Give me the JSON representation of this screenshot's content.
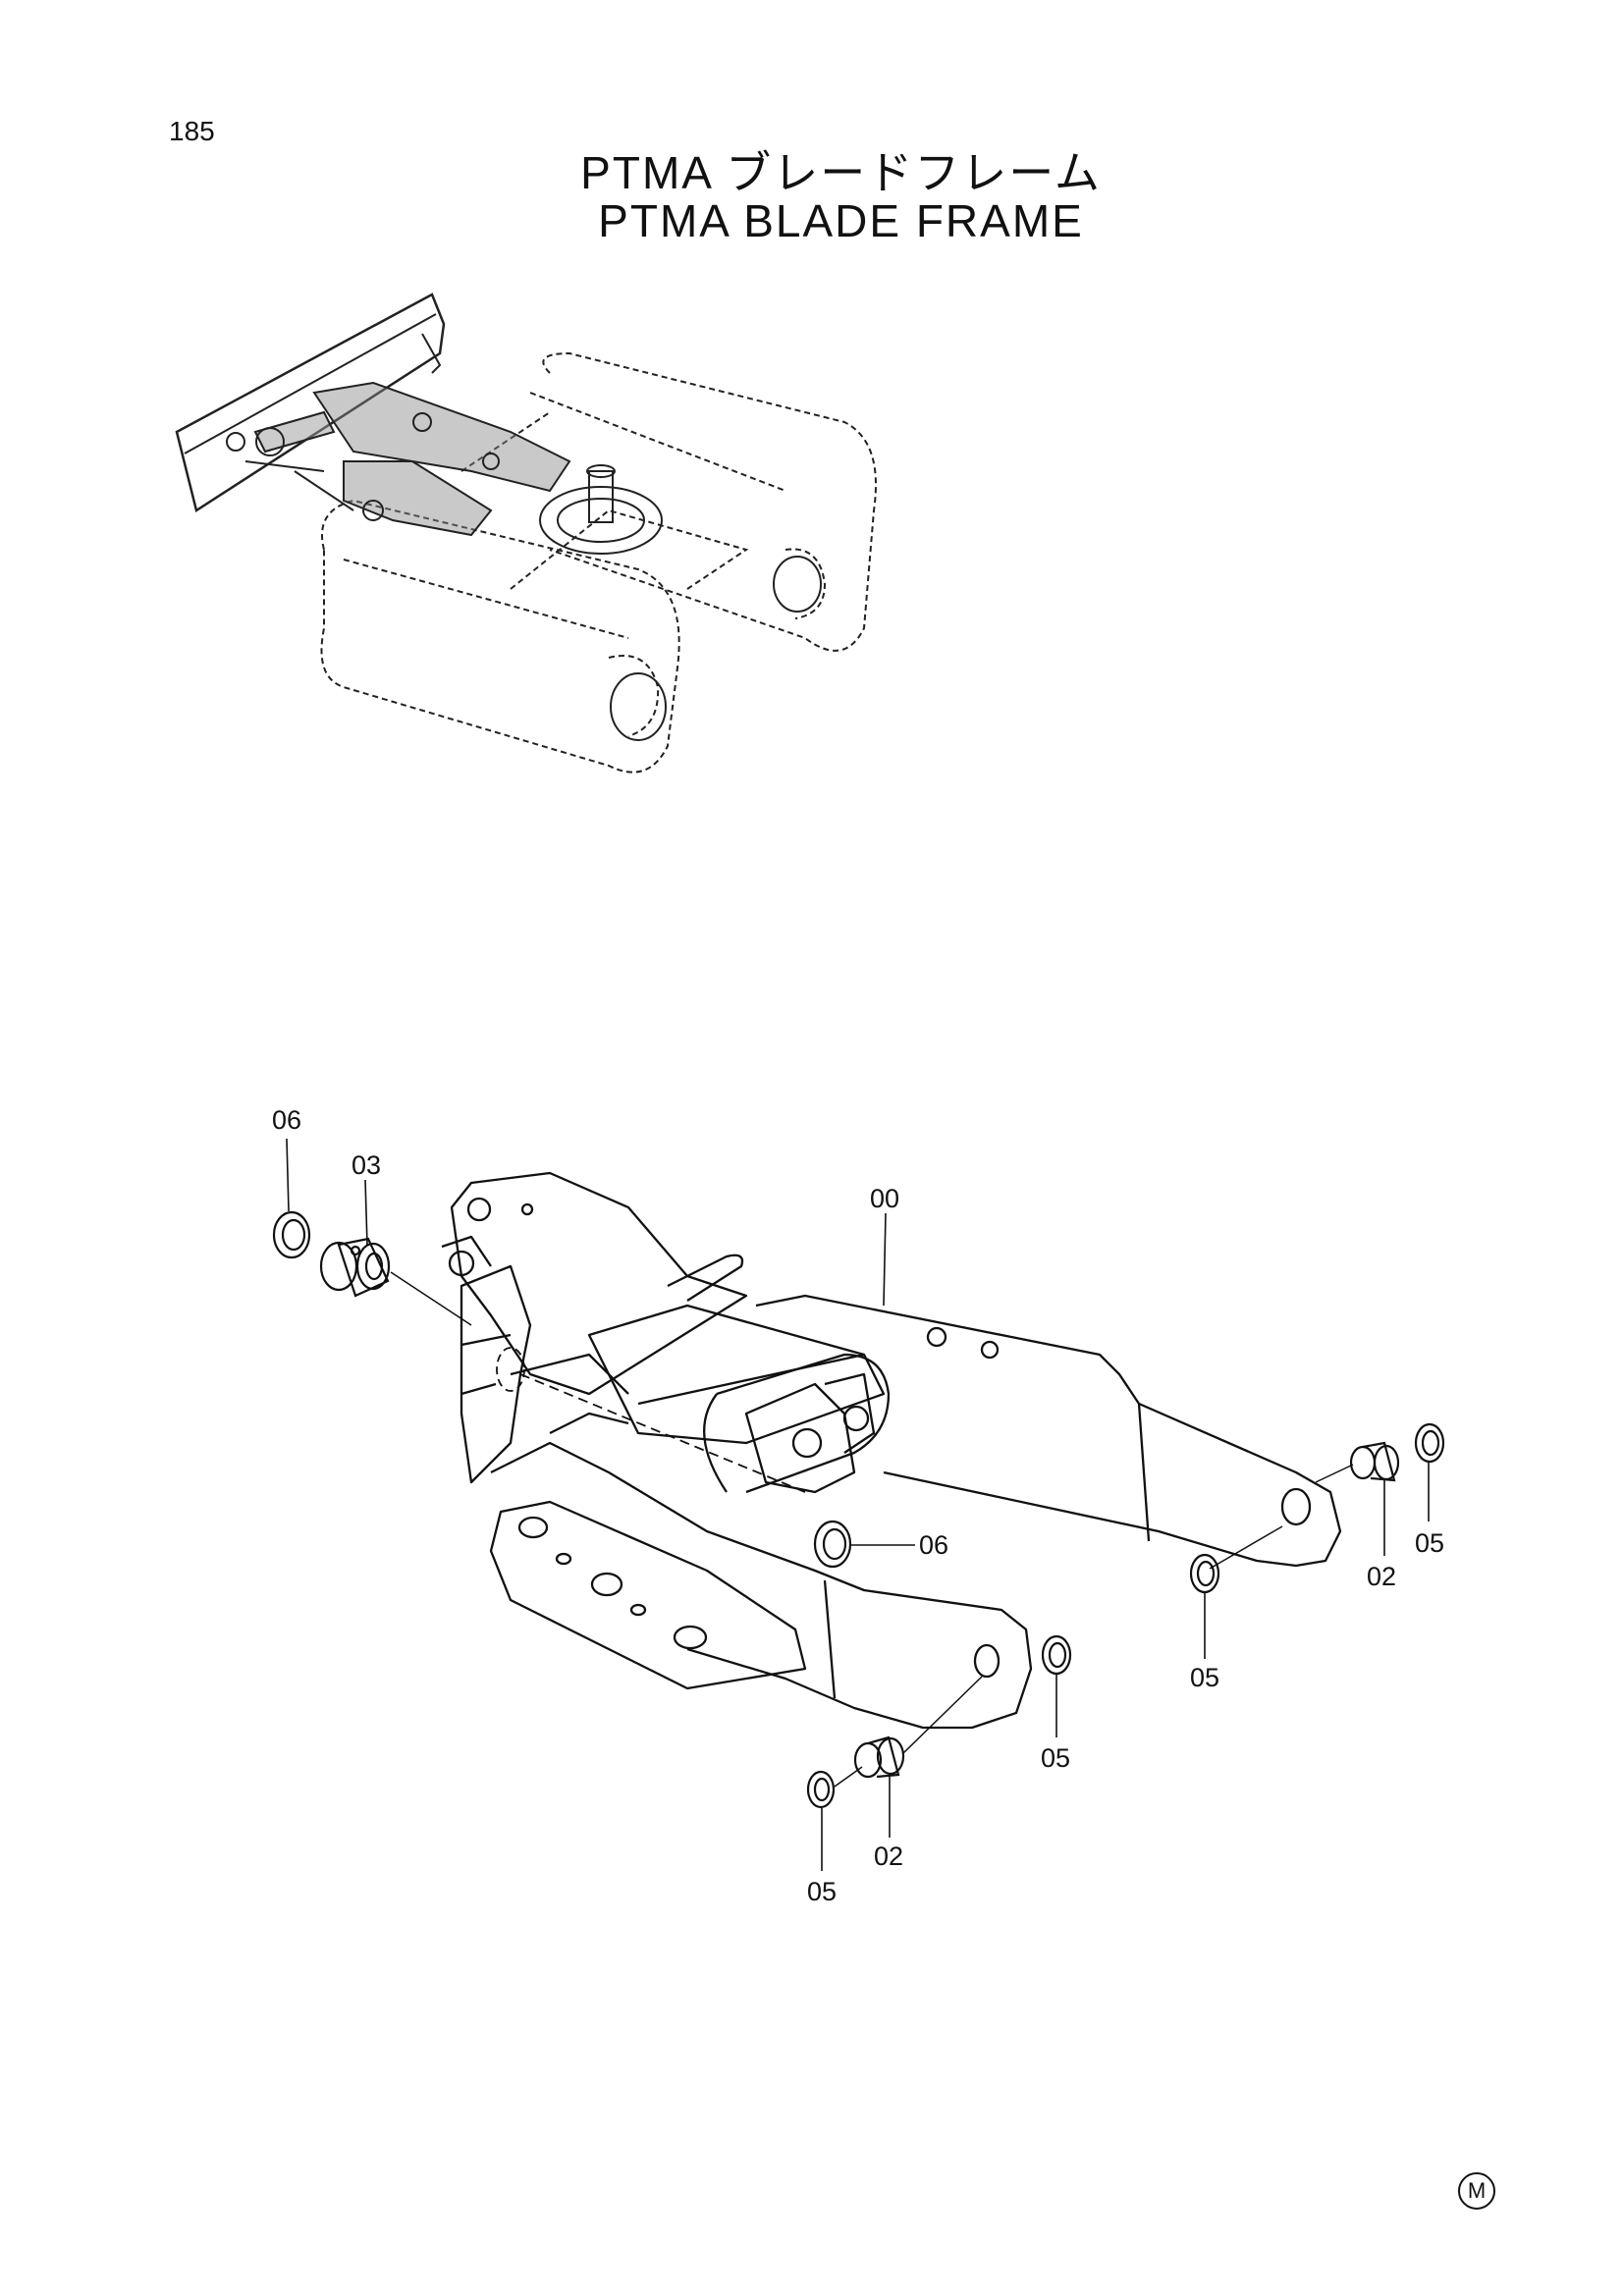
{
  "page": {
    "number": "185",
    "title_jp": "PTMA ブレードフレーム",
    "title_en": "PTMA BLADE FRAME",
    "mark": "M"
  },
  "callouts": {
    "c_06_top": "06",
    "c_03": "03",
    "c_00": "00",
    "c_06_mid": "06",
    "c_02_right": "02",
    "c_05_far_right": "05",
    "c_05_right_bottom": "05",
    "c_05_center": "05",
    "c_02_bottom": "02",
    "c_05_bottom": "05"
  }
}
